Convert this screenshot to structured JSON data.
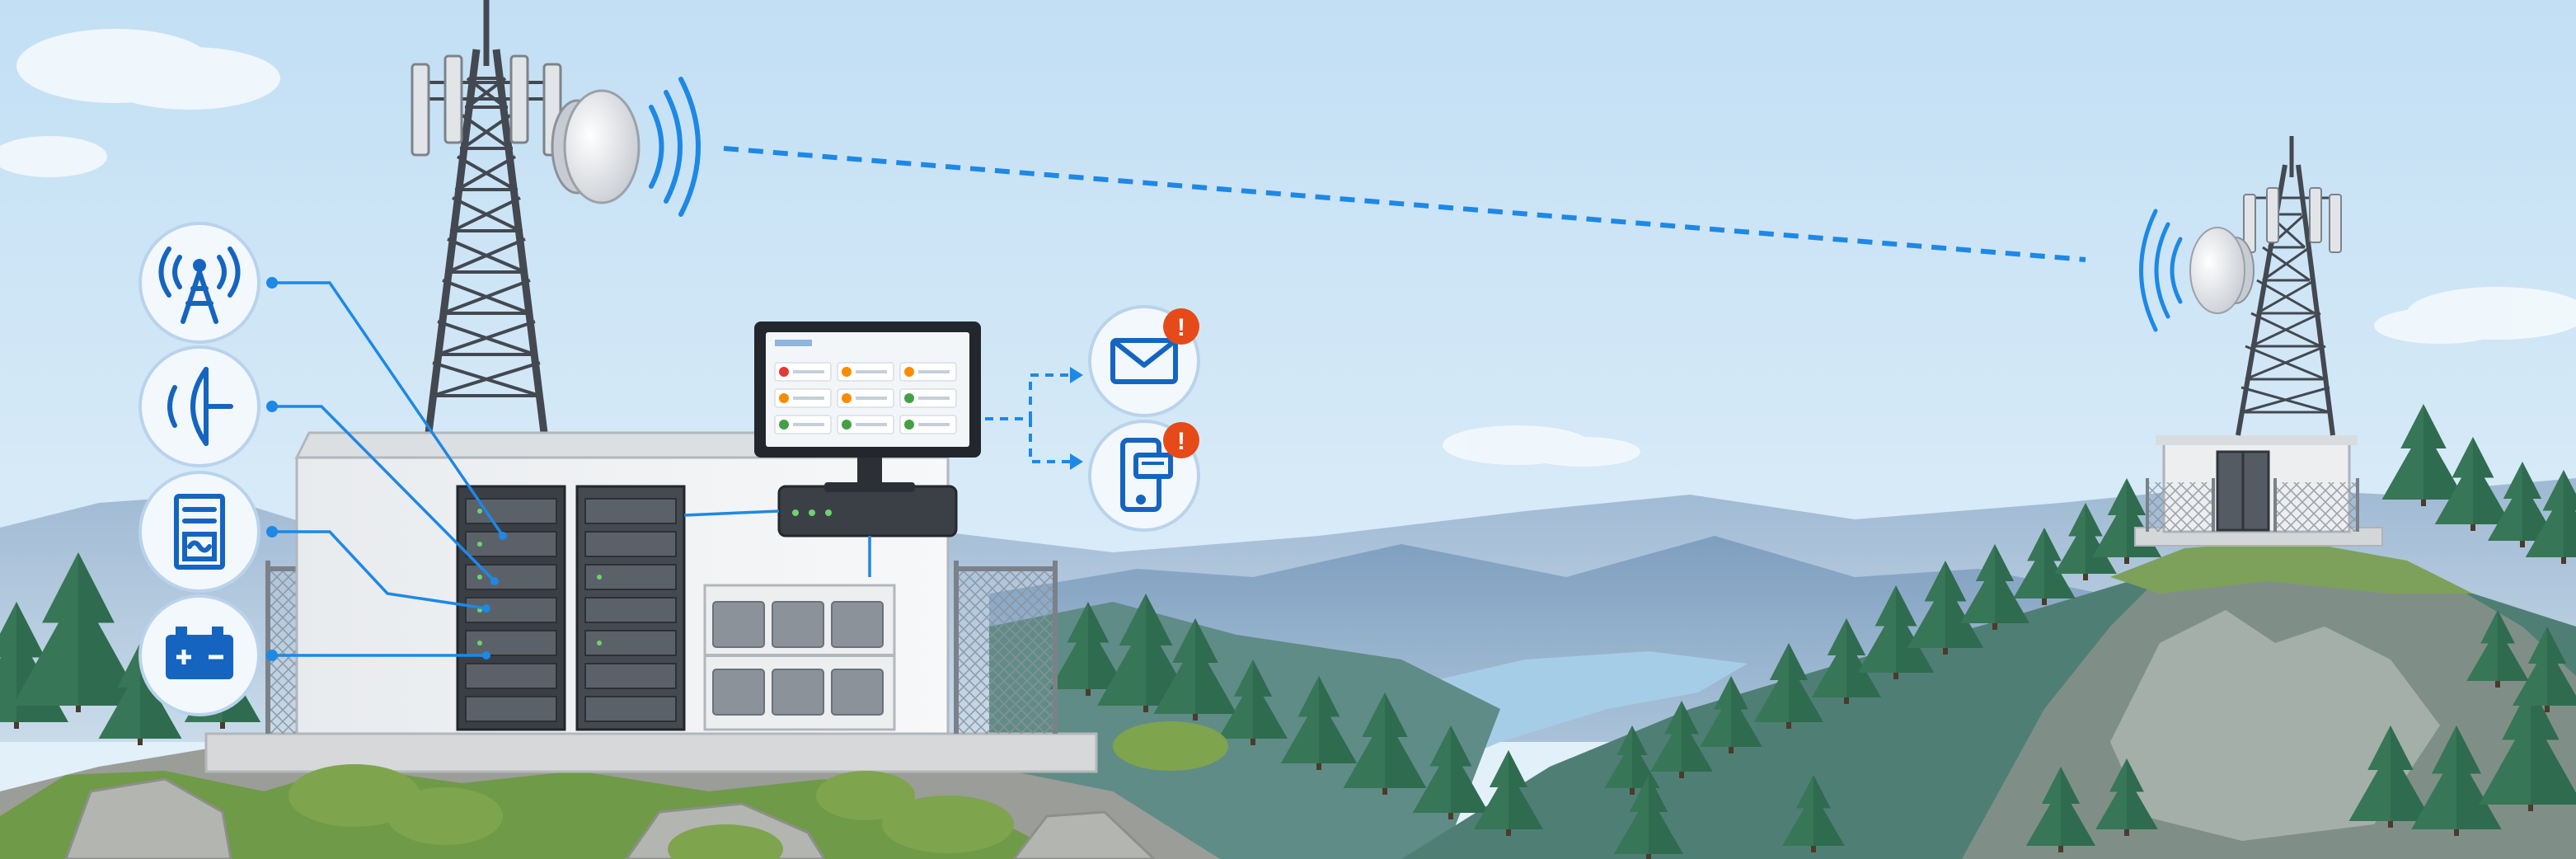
{
  "colors": {
    "sky_top": "#c4e1f5",
    "sky_bottom": "#e4f1fa",
    "link_blue": "#1e88e5",
    "icon_blue": "#1565c0",
    "alert_red": "#e53935",
    "status_red": "#e53935",
    "status_orange": "#fb8c00",
    "status_green": "#43a047",
    "tower_gray": "#4a4f57",
    "forest_green": "#2f6b4f",
    "water": "#9fc9e6"
  },
  "left_icons": [
    {
      "icon": "cell-tower-icon"
    },
    {
      "icon": "microwave-dish-icon"
    },
    {
      "icon": "rectifier-power-unit-icon"
    },
    {
      "icon": "battery-icon"
    }
  ],
  "alerts": [
    {
      "icon": "email-alert-icon",
      "badge": "!"
    },
    {
      "icon": "sms-alert-icon",
      "badge": "!"
    }
  ],
  "monitor_panel": {
    "rows": [
      [
        "red",
        "orange",
        "orange"
      ],
      [
        "orange",
        "orange",
        "green"
      ],
      [
        "green",
        "green",
        "green"
      ]
    ]
  }
}
